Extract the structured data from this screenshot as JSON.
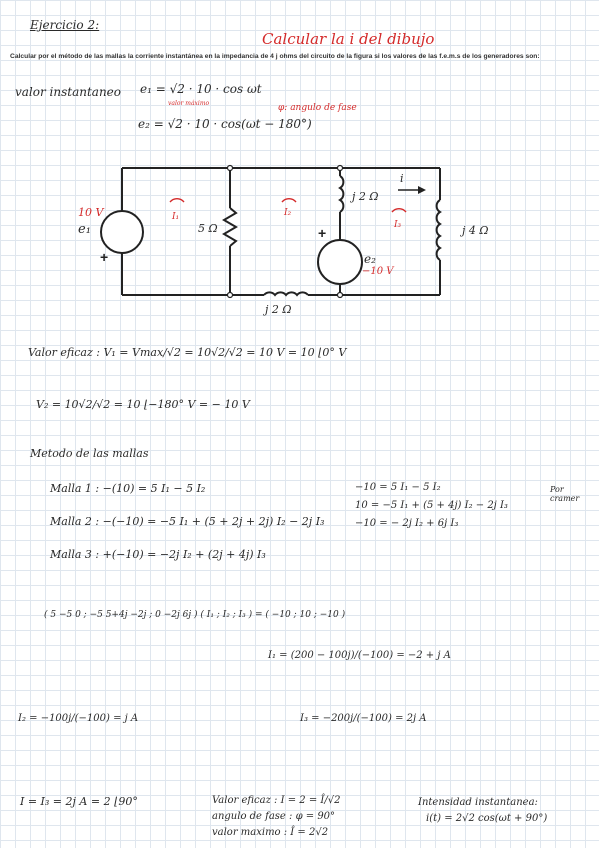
{
  "title": "Ejercicio 2:",
  "goal": "Calcular la i del dibujo",
  "statement": "Calcular por el método de las mallas la corriente instantánea en la impedancia de 4 j ohms del circuito de la figura si los valores de las f.e.m.s de los generadores son:",
  "inst_label": "valor instantaneo",
  "e1": "e₁ = √2 · 10 · cos ωt",
  "valor_maximo": "valor máximo",
  "phase_note": "φ: angulo de fase",
  "e2": "e₂ = √2 · 10 · cos(ωt − 180°)",
  "circuit": {
    "e1_value": "10 V",
    "e1_label": "e₁",
    "I1": "I₁",
    "I2": "I₂",
    "I3": "I₃",
    "r5": "5 Ω",
    "j2_top": "j 2 Ω",
    "i": "i",
    "j4": "j 4 Ω",
    "e2_label": "e₂",
    "e2_value": "−10 V",
    "j2_bottom": "j 2 Ω"
  },
  "eficaz_line": "Valor eficaz :  V₁ = Vmax/√2 = 10√2/√2 = 10 V = 10 ⌊0°  V",
  "v2_line": "V₂ = 10√2/√2 = 10 ⌊−180°  V = − 10 V",
  "metodo": "Metodo de las mallas",
  "malla1": "Malla 1 :  −(10) = 5 I₁ − 5 I₂",
  "malla2": "Malla 2 :  −(−10) = −5 I₁ + (5 + 2j + 2j) I₂ − 2j I₃",
  "malla3": "Malla 3 :  +(−10) = −2j I₂ + (2j + 4j) I₃",
  "sys1": "−10 = 5 I₁ − 5 I₂",
  "sys2": "10 = −5 I₁ + (5 + 4j) I₂ − 2j I₃",
  "sys3": "−10 =   − 2j I₂ + 6j I₃",
  "cramer": "Por cramer",
  "matrix_eq": "( 5  −5  0 ; −5  5+4j  −2j ; 0  −2j  6j ) ( I₁ ; I₂ ; I₃ ) = ( −10 ; 10 ; −10 )",
  "I1_result": "I₁ = (200 − 100j)/(−100) = −2 + j A",
  "I2_result": "I₂ = −100j/(−100) = j A",
  "I3_result": "I₃ = −200j/(−100) = 2j A",
  "final_i": "I = I₃ = 2j A = 2 ⌊90°",
  "final_eficaz": "Valor eficaz :  I = 2 = Î/√2",
  "final_fase": "angulo de fase : φ = 90°",
  "final_max": "valor maximo : Î = 2√2",
  "final_inst_label": "Intensidad instantanea:",
  "final_inst": "i(t) = 2√2 cos(ωt + 90°)"
}
